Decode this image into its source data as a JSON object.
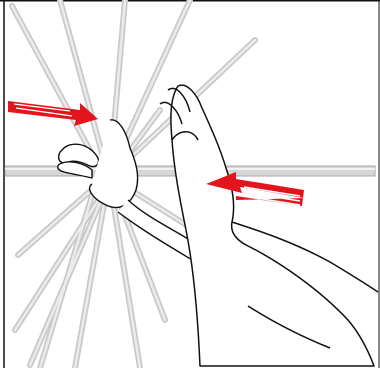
{
  "illustration": {
    "icon_names": [
      "umbrella-ribs",
      "umbrella-hub",
      "left-hand",
      "right-hand",
      "push-arrow-left",
      "push-arrow-right"
    ],
    "colors": {
      "rib_fill": "#dcdcdc",
      "rib_edge": "#b5b5b5",
      "hub_red": "#d61f26",
      "arrow_red": "#e3141b",
      "hand_stroke": "#111111",
      "border": "#111111"
    }
  }
}
